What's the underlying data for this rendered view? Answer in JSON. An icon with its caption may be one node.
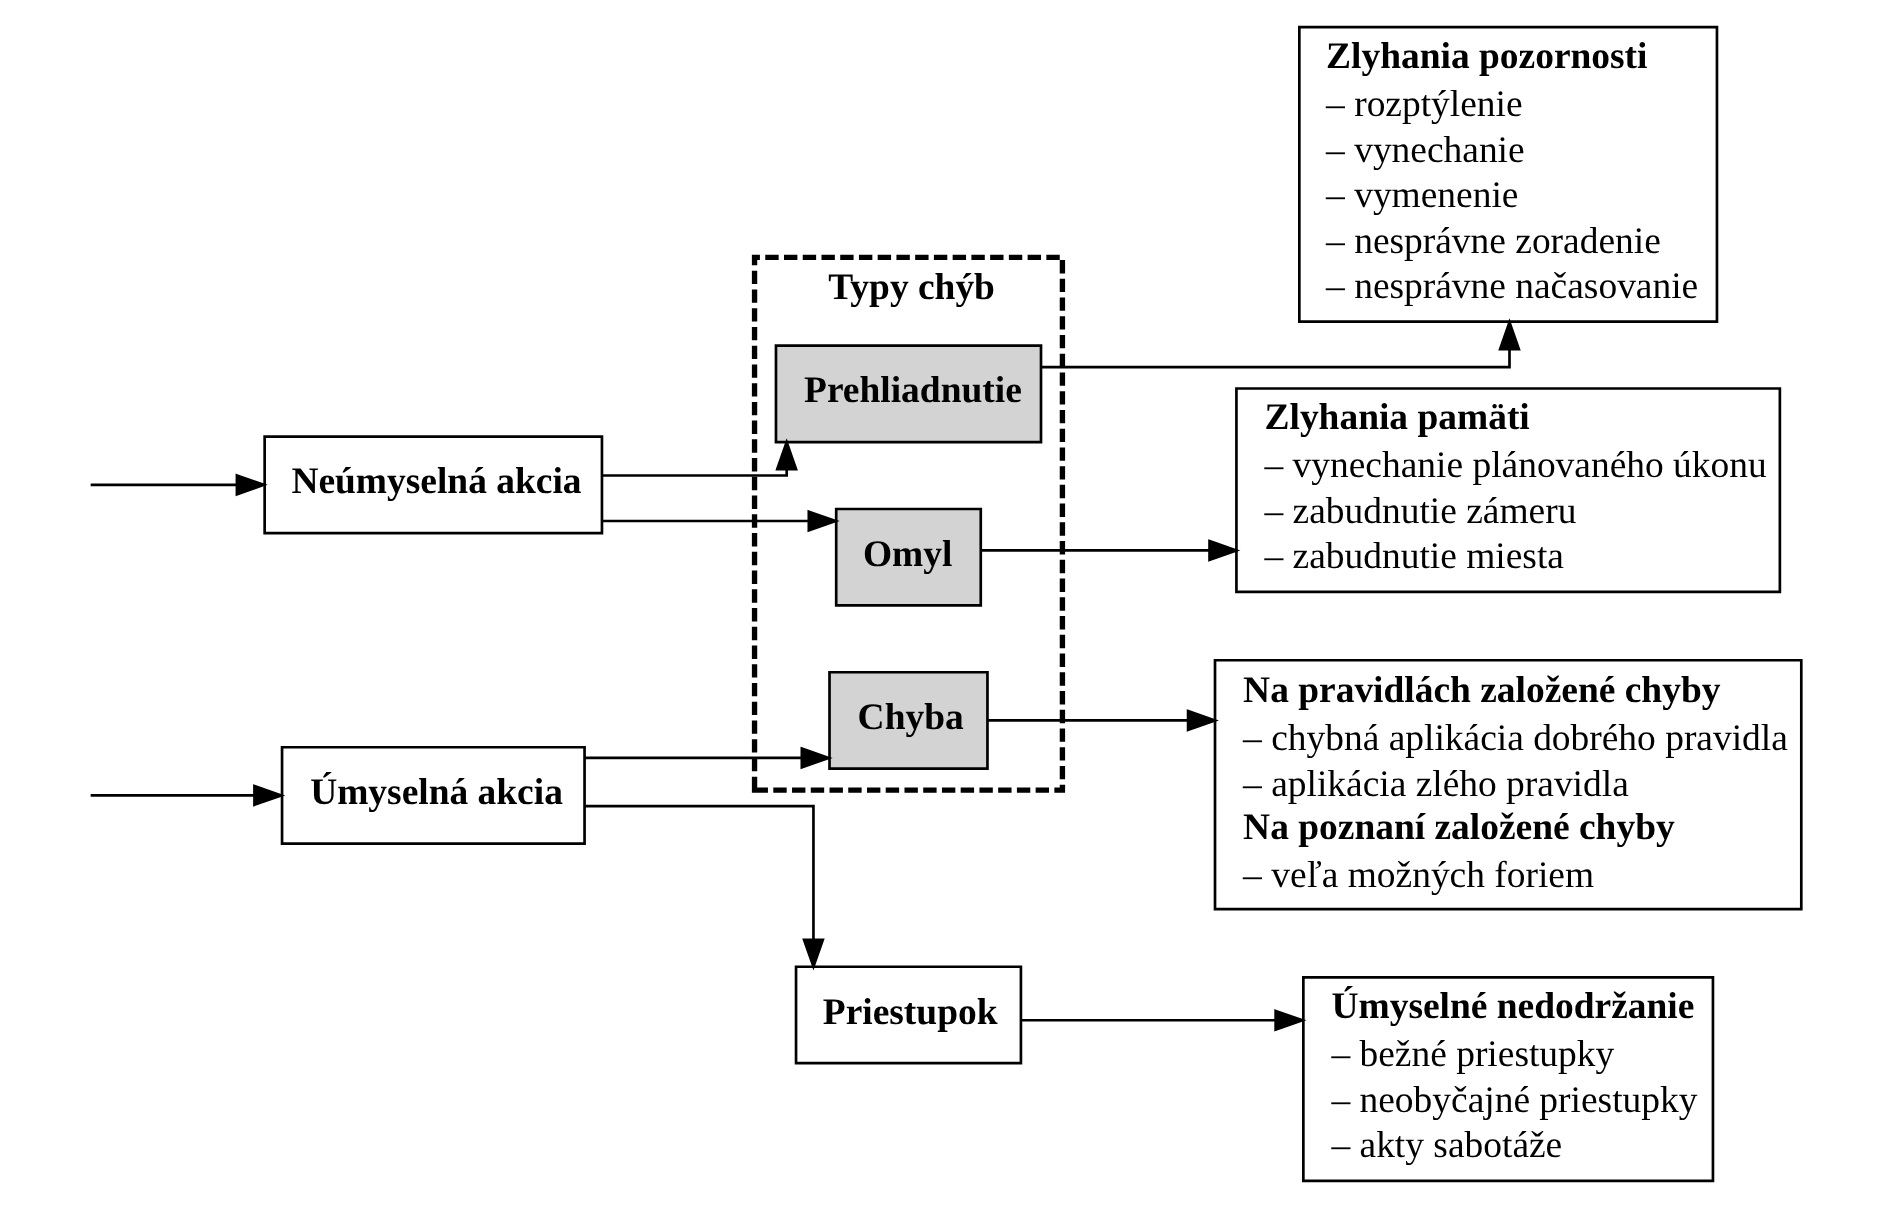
{
  "diagram": {
    "nodes": [
      {
        "text": [
          "Neúmyselná akcia"
        ]
      },
      {
        "text": [
          "Úmyselná akcia"
        ]
      },
      {
        "text": [
          "Typy chýb"
        ]
      },
      {
        "text": [
          "Prehliadnutie"
        ],
        "in": 2
      },
      {
        "text": [
          "Omyl"
        ],
        "in": 2
      },
      {
        "text": [
          "Chyba"
        ],
        "in": 2
      },
      {
        "text": [
          "Priestupok"
        ]
      },
      {
        "text": [
          "Zlyhania pozornosti",
          "– rozptýlenie",
          "– vynechanie",
          "– vymenenie",
          "– nesprávne zoradenie",
          "– nesprávne načasovanie"
        ]
      },
      {
        "text": [
          "Zlyhania pamäti",
          "– vynechanie plánovaného úkonu",
          "– zabudnutie zámeru",
          "– zabudnutie miesta"
        ]
      },
      {
        "text": [
          "Na pravidlách založené chyby",
          "– chybná aplikácia dobrého pravidla",
          "– aplikácia zlého pravidla",
          "Na poznaní založené chyby",
          "– veľa možných foriem"
        ]
      },
      {
        "text": [
          "Úmyselné nedodržanie",
          "– bežné priestupky",
          "– neobyčajné priestupky",
          "– akty sabotáže"
        ]
      }
    ],
    "edges": [
      {
        "from": null,
        "to": 0,
        "arrow": "to"
      },
      {
        "from": null,
        "to": 1,
        "arrow": "to"
      },
      {
        "from": 0,
        "to": 3,
        "arrow": "to"
      },
      {
        "from": 0,
        "to": 4,
        "arrow": "to"
      },
      {
        "from": 1,
        "to": 5,
        "arrow": "to"
      },
      {
        "from": 1,
        "to": 6,
        "arrow": "to"
      },
      {
        "from": 3,
        "to": 7,
        "arrow": "to"
      },
      {
        "from": 4,
        "to": 8,
        "arrow": "to"
      },
      {
        "from": 5,
        "to": 9,
        "arrow": "to"
      },
      {
        "from": 6,
        "to": 10,
        "arrow": "to"
      }
    ]
  }
}
